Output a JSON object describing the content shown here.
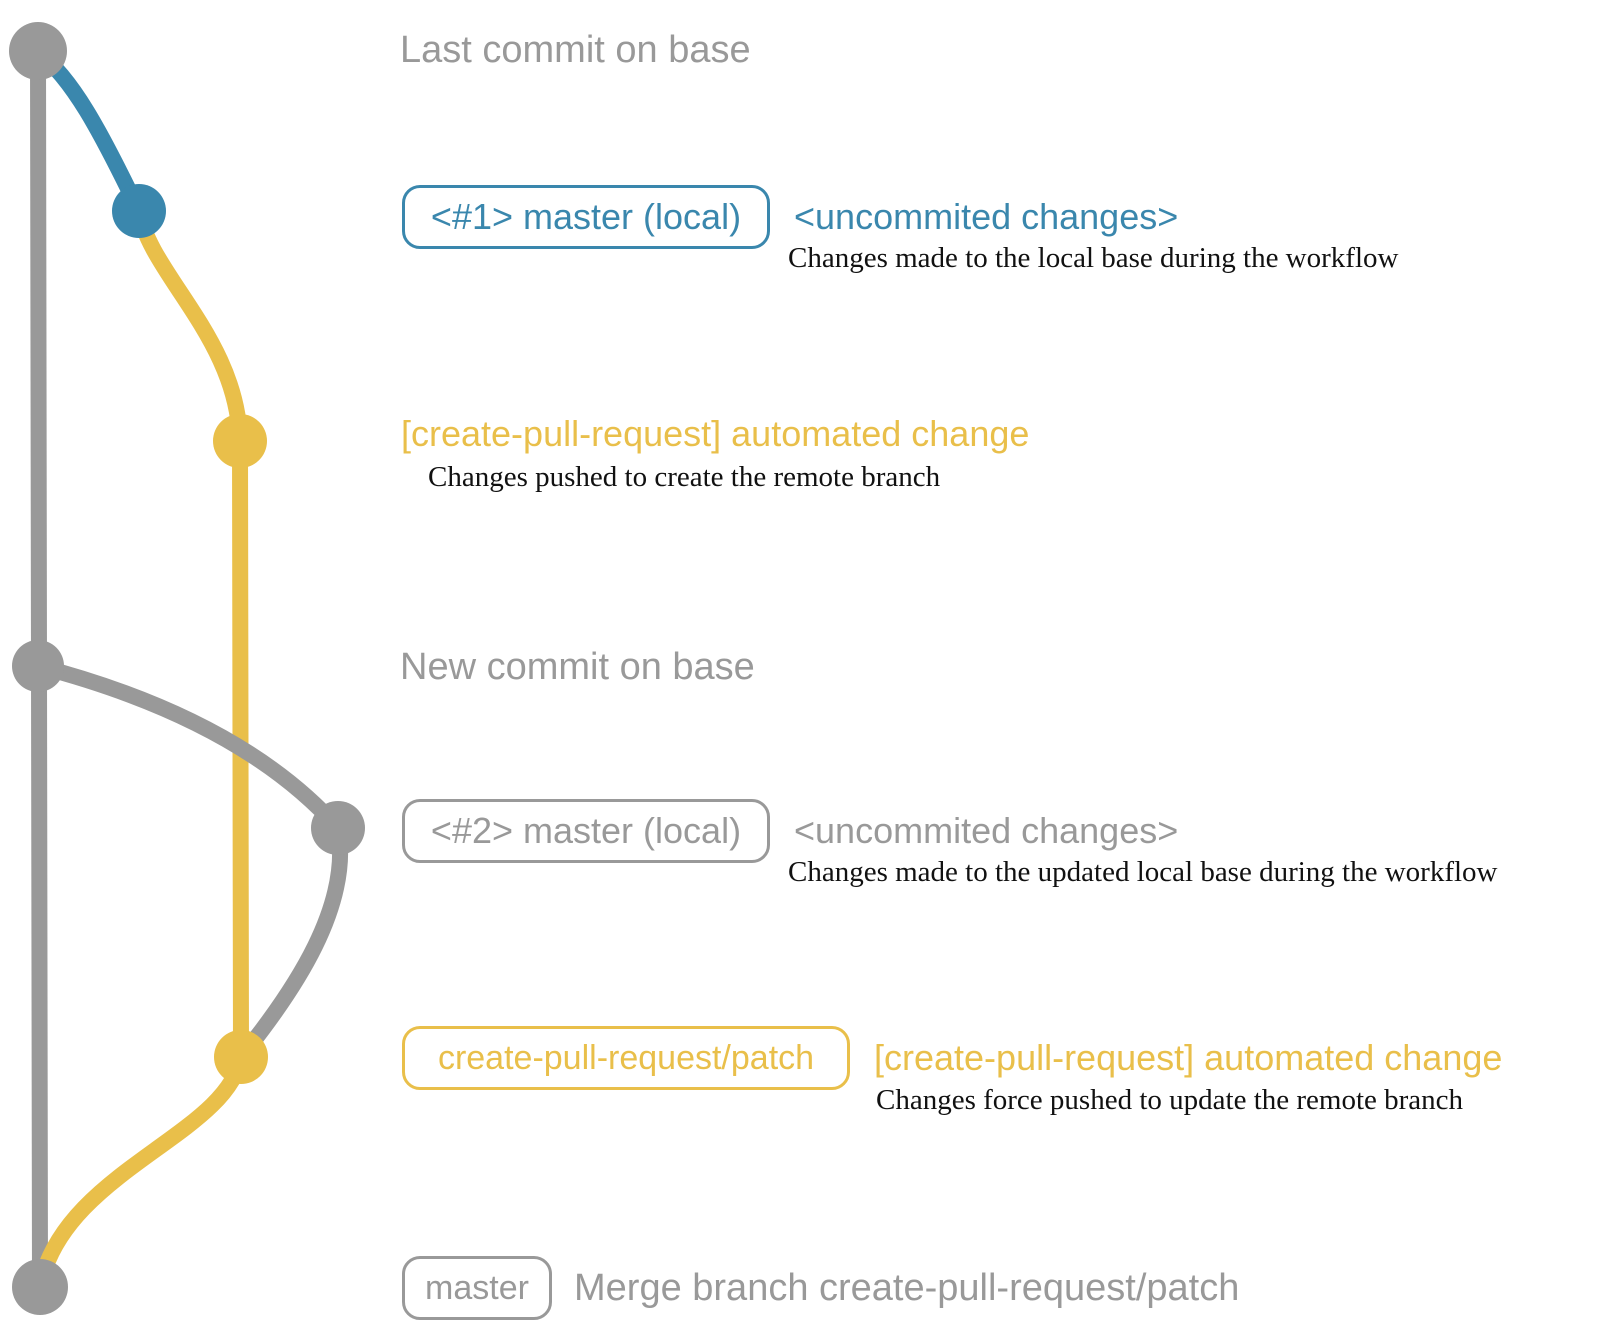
{
  "colors": {
    "gray": "#999999",
    "blue": "#3a87ad",
    "yellow": "#e9bf4a",
    "text": "#111111",
    "background": "#ffffff"
  },
  "labels": {
    "last_commit_on_base": "Last commit on base",
    "new_commit_on_base": "New commit on base"
  },
  "rows": {
    "local1": {
      "badge": "<#1> master (local)",
      "message": "<uncommited changes>",
      "annotation": "Changes made to the local base during the workflow"
    },
    "patch1": {
      "message": "[create-pull-request] automated change",
      "annotation": "Changes pushed to create the remote branch"
    },
    "local2": {
      "badge": "<#2> master (local)",
      "message": "<uncommited changes>",
      "annotation": "Changes made to the updated local base during the workflow"
    },
    "patch2": {
      "badge": "create-pull-request/patch",
      "message": "[create-pull-request] automated change",
      "annotation": "Changes force pushed to update the remote branch"
    },
    "merge": {
      "badge": "master",
      "message": "Merge branch create-pull-request/patch"
    }
  }
}
